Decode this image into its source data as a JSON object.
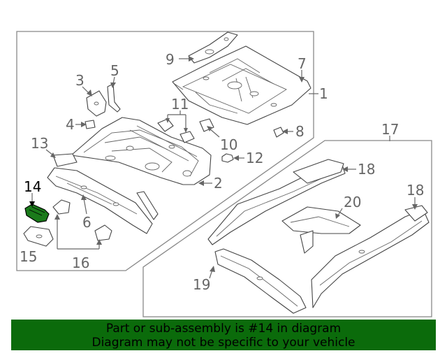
{
  "callouts": {
    "c1": "1",
    "c2": "2",
    "c3": "3",
    "c4": "4",
    "c5": "5",
    "c6": "6",
    "c7": "7",
    "c8": "8",
    "c9": "9",
    "c10": "10",
    "c11": "11",
    "c12": "12",
    "c13": "13",
    "c14": "14",
    "c15": "15",
    "c16": "16",
    "c17": "17",
    "c18a": "18",
    "c18b": "18",
    "c19": "19",
    "c20": "20"
  },
  "highlight": {
    "part_number": "14",
    "color": "#0b6b0b"
  },
  "banner": {
    "line1": "Part or sub-assembly is #14 in diagram",
    "line2": "Diagram may not be specific to your vehicle",
    "background": "#0b6b0b"
  }
}
